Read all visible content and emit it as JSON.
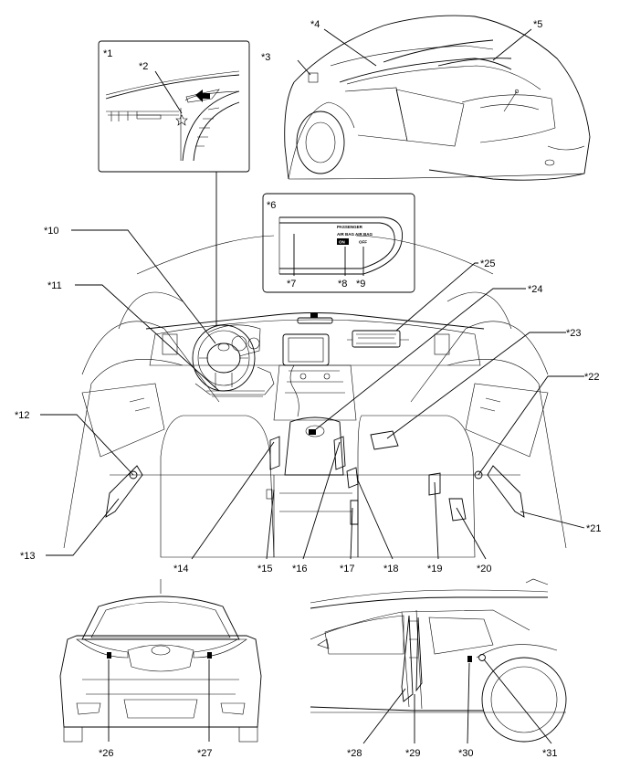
{
  "callouts": {
    "c1": "*1",
    "c2": "*2",
    "c3": "*3",
    "c4": "*4",
    "c5": "*5",
    "c6": "*6",
    "c7": "*7",
    "c8": "*8",
    "c9": "*9",
    "c10": "*10",
    "c11": "*11",
    "c12": "*12",
    "c13": "*13",
    "c14": "*14",
    "c15": "*15",
    "c16": "*16",
    "c17": "*17",
    "c18": "*18",
    "c19": "*19",
    "c20": "*20",
    "c21": "*21",
    "c22": "*22",
    "c23": "*23",
    "c24": "*24",
    "c25": "*25",
    "c26": "*26",
    "c27": "*27",
    "c28": "*28",
    "c29": "*29",
    "c30": "*30",
    "c31": "*31"
  },
  "indicator_panel": {
    "passenger": "PASSENGER",
    "airbag_on_label": "AIR BAG",
    "on": "ON",
    "airbag_off_label": "AIR BAG",
    "off": "OFF"
  }
}
